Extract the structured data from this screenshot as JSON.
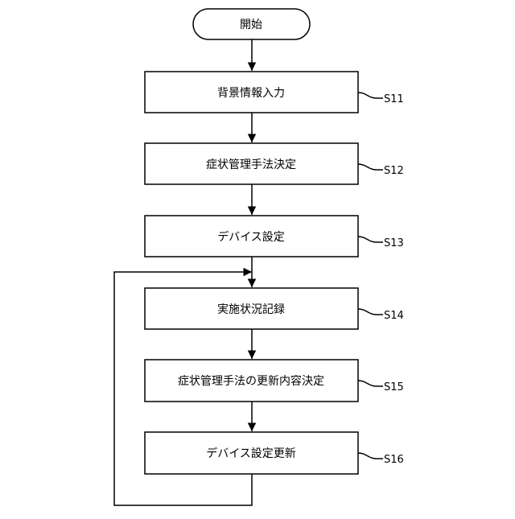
{
  "start": {
    "label": "開始"
  },
  "steps": [
    {
      "id": "S11",
      "label": "背景情報入力"
    },
    {
      "id": "S12",
      "label": "症状管理手法決定"
    },
    {
      "id": "S13",
      "label": "デバイス設定"
    },
    {
      "id": "S14",
      "label": "実施状況記録"
    },
    {
      "id": "S15",
      "label": "症状管理手法の更新内容決定"
    },
    {
      "id": "S16",
      "label": "デバイス設定更新"
    }
  ]
}
